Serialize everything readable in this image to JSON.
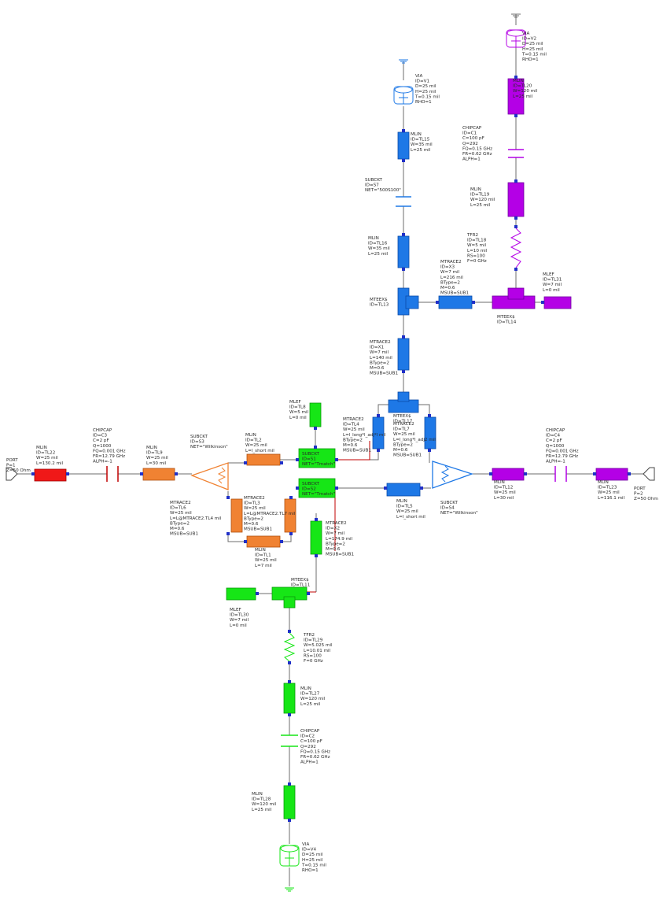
{
  "colors": {
    "blue": "#1e78e6",
    "blue_edge": "#0a4aa8",
    "purple": "#b400e6",
    "purple_edge": "#7000a0",
    "green": "#16e616",
    "green_edge": "#0a9a0a",
    "orange": "#f08232",
    "orange_edge": "#b05010",
    "red": "#f01818",
    "red_edge": "#a00000",
    "wire": "#6c6c6c",
    "net": "#c00000",
    "node": "#2030c8"
  },
  "components": [
    {
      "id": "v2",
      "type": "via",
      "label": [
        "VIA",
        "ID=V2",
        "D=25 mil",
        "H=25 mil",
        "T=0.15 mil",
        "RHO=1"
      ]
    },
    {
      "id": "tl20",
      "type": "mlin",
      "label": [
        "MLIN",
        "ID=TL20",
        "W=120 mil",
        "L=25 mil"
      ]
    },
    {
      "id": "c1",
      "type": "chipcap",
      "label": [
        "CHIPCAP",
        "ID=C1",
        "C=100 pF",
        "Q=292",
        "FQ=0.15 GHz",
        "FR=0.62 GHz",
        "ALPH=1"
      ]
    },
    {
      "id": "tl19",
      "type": "mlin",
      "label": [
        "MLIN",
        "ID=TL19",
        "W=120 mil",
        "L=25 mil"
      ]
    },
    {
      "id": "tl18",
      "type": "tfr2",
      "label": [
        "TFR2",
        "ID=TL18",
        "W=5 mil",
        "L=10 mil",
        "RS=100",
        "F=0 GHz"
      ]
    },
    {
      "id": "tl31",
      "type": "mlef",
      "label": [
        "MLEF",
        "ID=TL31",
        "W=7 mil",
        "L=0 mil"
      ]
    },
    {
      "id": "tl14",
      "type": "mteex",
      "label": [
        "MTEEX$",
        "ID=TL14"
      ]
    },
    {
      "id": "x3",
      "type": "mtrace",
      "label": [
        "MTRACE2",
        "ID=X3",
        "W=7 mil",
        "L=216 mil",
        "BType=2",
        "M=0.6",
        "MSUB=SUB1"
      ]
    },
    {
      "id": "v1",
      "type": "via",
      "label": [
        "VIA",
        "ID=V1",
        "D=25 mil",
        "H=25 mil",
        "T=0.15 mil",
        "RHO=1"
      ]
    },
    {
      "id": "tl15",
      "type": "mlin",
      "label": [
        "MLIN",
        "ID=TL15",
        "W=35 mil",
        "L=25 mil"
      ]
    },
    {
      "id": "s7",
      "type": "subckt",
      "label": [
        "SUBCKT",
        "ID=S7",
        "NET=\"500S100\""
      ]
    },
    {
      "id": "tl16",
      "type": "mlin",
      "label": [
        "MLIN",
        "ID=TL16",
        "W=35 mil",
        "L=25 mil"
      ]
    },
    {
      "id": "tl13",
      "type": "mteex",
      "label": [
        "MTEEX$",
        "ID=TL13"
      ]
    },
    {
      "id": "x1",
      "type": "mtrace",
      "label": [
        "MTRACE2",
        "ID=X1",
        "W=7 mil",
        "L=140 mil",
        "BType=2",
        "M=0.6",
        "MSUB=SUB1"
      ]
    },
    {
      "id": "tl17",
      "type": "mteex",
      "label": [
        "MTEEX$",
        "ID=TL17"
      ]
    },
    {
      "id": "tl4",
      "type": "mtrace",
      "label": [
        "MTRACE2",
        "ID=TL4",
        "W=25 mil",
        "L=l_long*l_adj*l mil",
        "BType=2",
        "M=0.6",
        "MSUB=SUB1"
      ]
    },
    {
      "id": "tl7",
      "type": "mtrace",
      "label": [
        "MTRACE2",
        "ID=TL7",
        "W=25 mil",
        "L=l_long*l_adj2 mil",
        "BType=2",
        "M=0.6",
        "MSUB=SUB1"
      ]
    },
    {
      "id": "tl8",
      "type": "mlef",
      "label": [
        "MLEF",
        "ID=TL8",
        "W=5 mil",
        "L=0 mil"
      ]
    },
    {
      "id": "tl2",
      "type": "mlin",
      "label": [
        "MLIN",
        "ID=TL2",
        "W=25 mil",
        "L=l_short mil"
      ]
    },
    {
      "id": "s1",
      "type": "subckt",
      "label": [
        "SUBCKT",
        "ID=S1",
        "NET=\"Tmatch\""
      ]
    },
    {
      "id": "s2",
      "type": "subckt",
      "label": [
        "SUBCKT",
        "ID=S2",
        "NET=\"Tmatch\""
      ]
    },
    {
      "id": "tl5",
      "type": "mlin",
      "label": [
        "MLIN",
        "ID=TL5",
        "W=25 mil",
        "L=l_short mil"
      ]
    },
    {
      "id": "s4",
      "type": "subckt",
      "label": [
        "SUBCKT",
        "ID=S4",
        "NET=\"Wilkinson\""
      ]
    },
    {
      "id": "tl12",
      "type": "mlin",
      "label": [
        "MLIN",
        "ID=TL12",
        "W=25 mil",
        "L=30 mil"
      ]
    },
    {
      "id": "c4",
      "type": "chipcap",
      "label": [
        "CHIPCAP",
        "ID=C4",
        "C=2 pF",
        "Q=1000",
        "FQ=0.001 GHz",
        "FR=12.79 GHz",
        "ALPH=-1"
      ]
    },
    {
      "id": "tl23",
      "type": "mlin",
      "label": [
        "MLIN",
        "ID=TL23",
        "W=25 mil",
        "L=116.1 mil"
      ]
    },
    {
      "id": "p2",
      "type": "port",
      "label": [
        "PORT",
        "P=2",
        "Z=50 Ohm"
      ]
    },
    {
      "id": "p1",
      "type": "port",
      "label": [
        "PORT",
        "P=1",
        "Z=50 Ohm"
      ]
    },
    {
      "id": "tl22",
      "type": "mlin",
      "label": [
        "MLIN",
        "ID=TL22",
        "W=25 mil",
        "L=130.2 mil"
      ]
    },
    {
      "id": "c3",
      "type": "chipcap",
      "label": [
        "CHIPCAP",
        "ID=C3",
        "C=2 pF",
        "Q=1000",
        "FQ=0.001 GHz",
        "FR=12.79 GHz",
        "ALPH=-1"
      ]
    },
    {
      "id": "tl9",
      "type": "mlin",
      "label": [
        "MLIN",
        "ID=TL9",
        "W=25 mil",
        "L=30 mil"
      ]
    },
    {
      "id": "s3",
      "type": "subckt",
      "label": [
        "SUBCKT",
        "ID=S3",
        "NET=\"Wilkinson\""
      ]
    },
    {
      "id": "tl6",
      "type": "mtrace",
      "label": [
        "MTRACE2",
        "ID=TL6",
        "W=25 mil",
        "L=L@MTRACE2.TL4 mil",
        "BType=2",
        "M=0.6",
        "MSUB=SUB1"
      ]
    },
    {
      "id": "tl3",
      "type": "mtrace",
      "label": [
        "MTRACE2",
        "ID=TL3",
        "W=25 mil",
        "L=L@MTRACE2.TL7 mil",
        "BType=2",
        "M=0.6",
        "MSUB=SUB1"
      ]
    },
    {
      "id": "tl1",
      "type": "mlin",
      "label": [
        "MLIN",
        "ID=TL1",
        "W=25 mil",
        "L=7 mil"
      ]
    },
    {
      "id": "x2",
      "type": "mtrace",
      "label": [
        "MTRACE2",
        "ID=X2",
        "W=7 mil",
        "L=174.9 mil",
        "BType=2",
        "M=0.6",
        "MSUB=SUB1"
      ]
    },
    {
      "id": "tl11",
      "type": "mteex",
      "label": [
        "MTEEX$",
        "ID=TL11"
      ]
    },
    {
      "id": "tl30",
      "type": "mlef",
      "label": [
        "MLEF",
        "ID=TL30",
        "W=7 mil",
        "L=0 mil"
      ]
    },
    {
      "id": "tl29",
      "type": "tfr2",
      "label": [
        "TFR2",
        "ID=TL29",
        "W=5.025 mil",
        "L=10.01 mil",
        "RS=100",
        "F=0 GHz"
      ]
    },
    {
      "id": "tl27",
      "type": "mlin",
      "label": [
        "MLIN",
        "ID=TL27",
        "W=120 mil",
        "L=25 mil"
      ]
    },
    {
      "id": "c2",
      "type": "chipcap",
      "label": [
        "CHIPCAP",
        "ID=C2",
        "C=100 pF",
        "Q=292",
        "FQ=0.15 GHz",
        "FR=0.62 GHz",
        "ALPH=1"
      ]
    },
    {
      "id": "tl28",
      "type": "mlin",
      "label": [
        "MLIN",
        "ID=TL28",
        "W=120 mil",
        "L=25 mil"
      ]
    },
    {
      "id": "v4",
      "type": "via",
      "label": [
        "VIA",
        "ID=V4",
        "D=25 mil",
        "H=25 mil",
        "T=0.15 mil",
        "RHO=1"
      ]
    }
  ]
}
